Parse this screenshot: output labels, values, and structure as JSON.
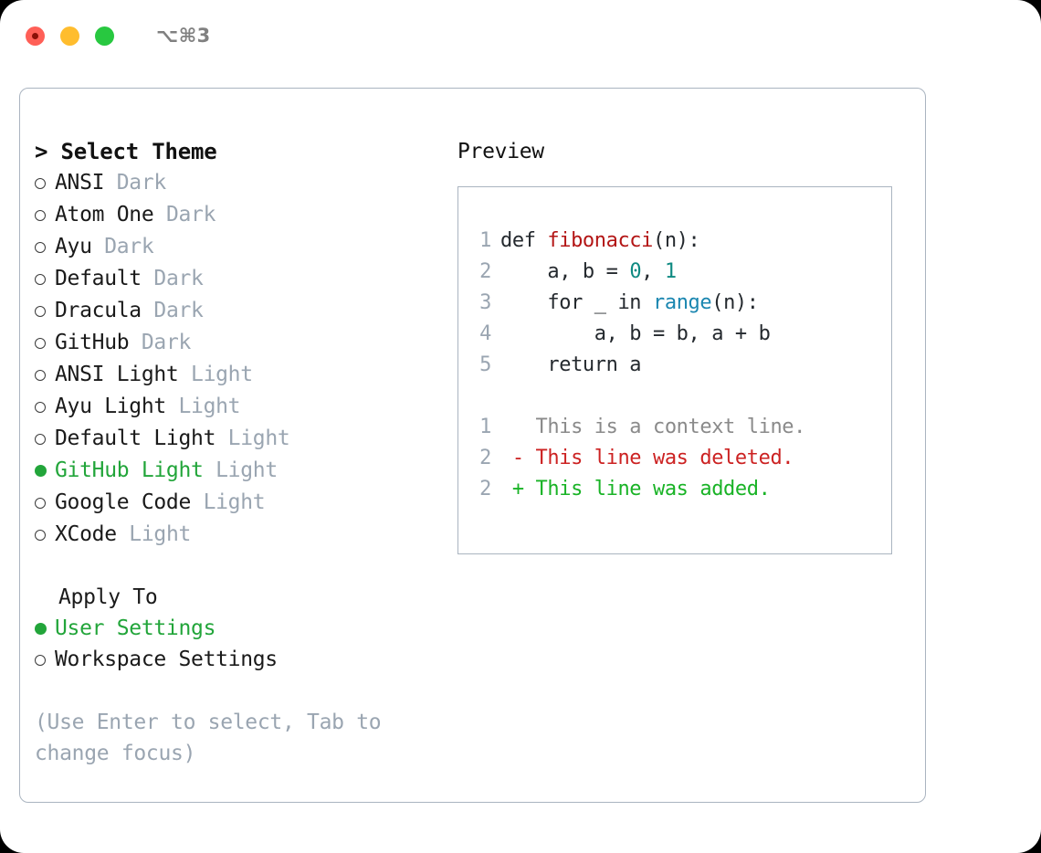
{
  "titlebar": {
    "shortcut": "⌥⌘3",
    "buttons": [
      {
        "name": "close",
        "color": "#ff5f57"
      },
      {
        "name": "minimize",
        "color": "#ffbd2e"
      },
      {
        "name": "maximize",
        "color": "#28c840"
      }
    ]
  },
  "theme_picker": {
    "header": "> Select Theme",
    "items": [
      {
        "marker": "○",
        "name": "ANSI",
        "tag": " Dark",
        "selected": false
      },
      {
        "marker": "○",
        "name": "Atom One",
        "tag": " Dark",
        "selected": false
      },
      {
        "marker": "○",
        "name": "Ayu",
        "tag": " Dark",
        "selected": false
      },
      {
        "marker": "○",
        "name": "Default",
        "tag": " Dark",
        "selected": false
      },
      {
        "marker": "○",
        "name": "Dracula",
        "tag": " Dark",
        "selected": false
      },
      {
        "marker": "○",
        "name": "GitHub",
        "tag": " Dark",
        "selected": false
      },
      {
        "marker": "○",
        "name": "ANSI Light",
        "tag": " Light",
        "selected": false
      },
      {
        "marker": "○",
        "name": "Ayu Light",
        "tag": " Light",
        "selected": false
      },
      {
        "marker": "○",
        "name": "Default Light",
        "tag": " Light",
        "selected": false
      },
      {
        "marker": "●",
        "name": "GitHub Light",
        "tag": " Light",
        "selected": true
      },
      {
        "marker": "○",
        "name": "Google Code",
        "tag": " Light",
        "selected": false
      },
      {
        "marker": "○",
        "name": "XCode",
        "tag": " Light",
        "selected": false
      }
    ]
  },
  "apply_to": {
    "header": "Apply To",
    "options": [
      {
        "marker": "●",
        "label": "User Settings",
        "selected": true
      },
      {
        "marker": "○",
        "label": "Workspace Settings",
        "selected": false
      }
    ]
  },
  "hint": "(Use Enter to select, Tab to change focus)",
  "preview": {
    "title": "Preview",
    "code_lines": [
      {
        "num": "1",
        "indent": "",
        "tokens": [
          {
            "t": "def ",
            "k": "kw"
          },
          {
            "t": "fibonacci",
            "k": "fn"
          },
          {
            "t": "(n):",
            "k": "plain"
          }
        ]
      },
      {
        "num": "2",
        "indent": "    ",
        "tokens": [
          {
            "t": "a, b = ",
            "k": "plain"
          },
          {
            "t": "0",
            "k": "num"
          },
          {
            "t": ", ",
            "k": "plain"
          },
          {
            "t": "1",
            "k": "num"
          }
        ]
      },
      {
        "num": "3",
        "indent": "    ",
        "tokens": [
          {
            "t": "for _ in ",
            "k": "plain"
          },
          {
            "t": "range",
            "k": "bi"
          },
          {
            "t": "(n):",
            "k": "plain"
          }
        ]
      },
      {
        "num": "4",
        "indent": "        ",
        "tokens": [
          {
            "t": "a, b = b, a + b",
            "k": "plain"
          }
        ]
      },
      {
        "num": "5",
        "indent": "    ",
        "tokens": [
          {
            "t": "return a",
            "k": "plain"
          }
        ]
      }
    ],
    "diff_lines": [
      {
        "num": "1",
        "sign": "  ",
        "text": "This is a context line.",
        "kind": "ctx"
      },
      {
        "num": "2",
        "sign": "- ",
        "text": "This line was deleted.",
        "kind": "del"
      },
      {
        "num": "2",
        "sign": "+ ",
        "text": "This line was added.",
        "kind": "add"
      }
    ]
  },
  "colors": {
    "accent_green": "#22a53a",
    "muted": "#9aa5b1",
    "border": "#aab4c0",
    "fn_red": "#b31515",
    "num_teal": "#0f8a82",
    "builtin_blue": "#1a86b0",
    "diff_del": "#cc2222",
    "diff_add": "#19b326",
    "diff_ctx": "#8a8a8a"
  }
}
